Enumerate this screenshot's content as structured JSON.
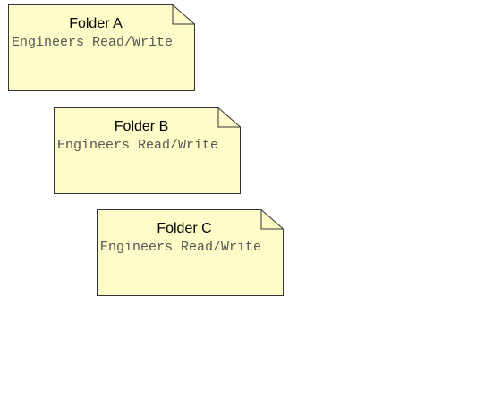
{
  "colors": {
    "note_fill": "#fdfcc8",
    "note_stroke": "#333333"
  },
  "notes": [
    {
      "title": "Folder A",
      "permission": "Engineers Read/Write"
    },
    {
      "title": "Folder B",
      "permission": "Engineers Read/Write"
    },
    {
      "title": "Folder C",
      "permission": "Engineers Read/Write"
    }
  ]
}
